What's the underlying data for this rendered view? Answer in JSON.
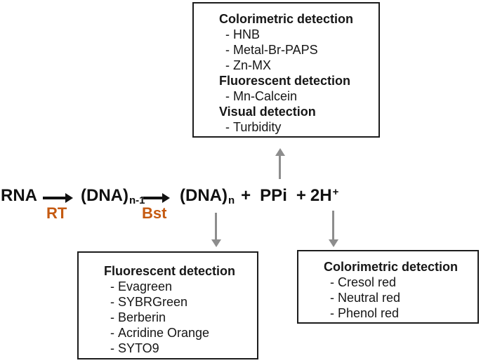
{
  "colors": {
    "enzyme_label_orange": "#c55a11",
    "connector_arrow_gray": "#8d8d8d",
    "text_black": "#111111",
    "box_border": "#1c1c1c",
    "background": "#ffffff"
  },
  "list_item_prefix": "-",
  "equation": {
    "rna": "RNA",
    "rt_label": "RT",
    "bst_label": "Bst",
    "dna_intermediate": {
      "base": "(DNA)",
      "sub": "n-1"
    },
    "dna_product": {
      "base": "(DNA)",
      "sub": "n"
    },
    "plus_1": "+",
    "ppi": "PPi",
    "plus_2": "+",
    "hydrogen": {
      "base": "2H",
      "sup": "+"
    }
  },
  "boxes": {
    "top": {
      "sections": [
        {
          "heading": "Colorimetric detection",
          "items": [
            "HNB",
            "Metal-Br-PAPS",
            "Zn-MX"
          ]
        },
        {
          "heading": "Fluorescent detection",
          "items": [
            "Mn-Calcein"
          ]
        },
        {
          "heading": "Visual detection",
          "items": [
            "Turbidity"
          ]
        }
      ]
    },
    "bottom_left": {
      "sections": [
        {
          "heading": "Fluorescent detection",
          "items": [
            "Evagreen",
            "SYBRGreen",
            "Berberin",
            "Acridine Orange",
            "SYTO9"
          ]
        }
      ]
    },
    "bottom_right": {
      "sections": [
        {
          "heading": "Colorimetric detection",
          "items": [
            "Cresol red",
            "Neutral red",
            "Phenol red"
          ]
        }
      ]
    }
  }
}
